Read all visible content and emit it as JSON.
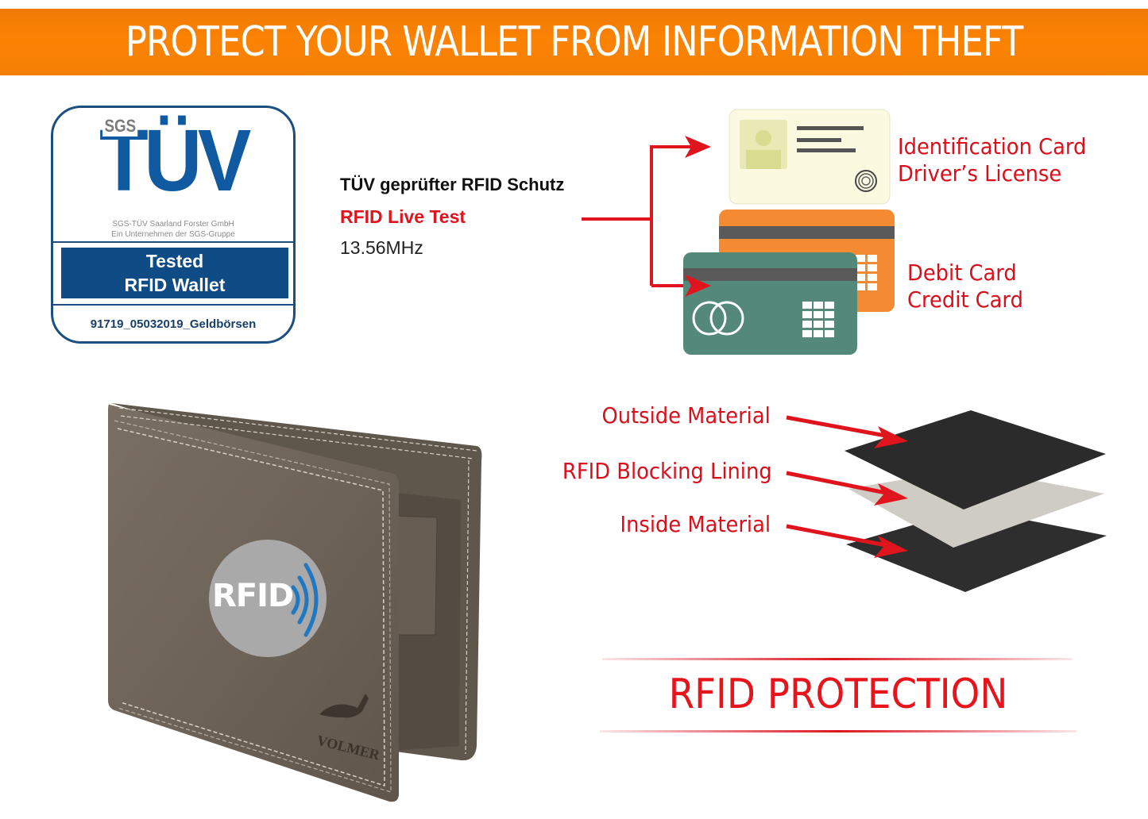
{
  "banner": {
    "title": "PROTECT YOUR WALLET FROM INFORMATION THEFT",
    "color": "#fb8304"
  },
  "badge": {
    "brand_small": "SGS",
    "brand_large": "TÜV",
    "sub_line_1": "SGS-TÜV Saarland Forster GmbH",
    "sub_line_2": "Ein Unternehmen der SGS-Gruppe",
    "box_line_1": "Tested",
    "box_line_2": "RFID Wallet",
    "certificate_code": "91719_05032019_Geldbörsen",
    "color": "#0f4b85"
  },
  "test_info": {
    "line_1": "TÜV geprüfter RFID Schutz",
    "line_2": "RFID Live Test",
    "line_3": "13.56MHz"
  },
  "cards": {
    "id_card_label_1": "Identification Card",
    "id_card_label_2": "Driver’s License",
    "bank_card_label_1": "Debit Card",
    "bank_card_label_2": "Credit Card",
    "id_card_icon": "id-card-icon",
    "bank_card_icon": "credit-card-icon"
  },
  "wallet": {
    "badge_text": "RFID",
    "brand_text": "VOLMER",
    "icon": "rfid-signal-icon"
  },
  "layers": {
    "items": [
      {
        "label": "Outside Material"
      },
      {
        "label": "RFID Blocking Lining"
      },
      {
        "label": "Inside Material"
      }
    ]
  },
  "footer": {
    "title": "RFID PROTECTION",
    "color": "#e8141c"
  }
}
